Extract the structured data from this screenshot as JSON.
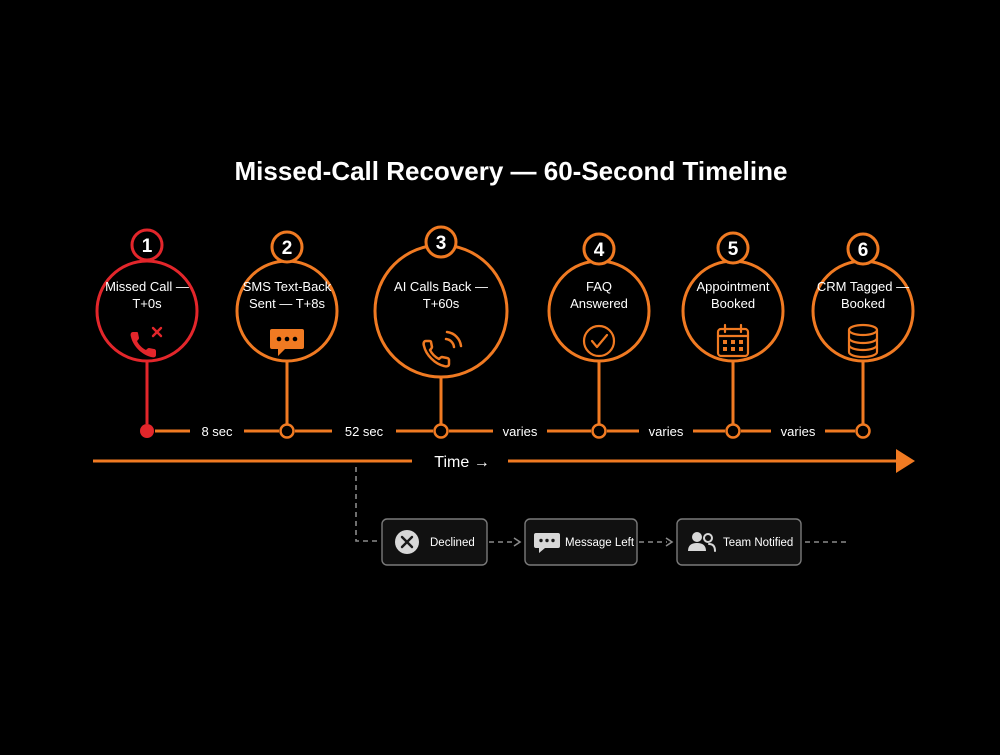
{
  "title": "Missed-Call Recovery — 60-Second Timeline",
  "colors": {
    "background": "#000000",
    "accent": "#f07a22",
    "alert": "#e3262b",
    "text": "#ffffff",
    "gray": "#8a8a8a"
  },
  "steps": [
    {
      "number": "1",
      "lines": [
        "Missed Call —",
        "T+0s"
      ],
      "icon": "missed-call-icon",
      "color": "#e3262b"
    },
    {
      "number": "2",
      "lines": [
        "SMS Text-Back",
        "Sent — T+8s"
      ],
      "icon": "chat-bubble-icon",
      "color": "#f07a22"
    },
    {
      "number": "3",
      "lines": [
        "AI Calls Back —",
        "T+60s"
      ],
      "icon": "phone-calling-icon",
      "color": "#f07a22"
    },
    {
      "number": "4",
      "lines": [
        "FAQ",
        "Answered"
      ],
      "icon": "checkmark-circle-icon",
      "color": "#f07a22"
    },
    {
      "number": "5",
      "lines": [
        "Appointment",
        "Booked"
      ],
      "icon": "calendar-icon",
      "color": "#f07a22"
    },
    {
      "number": "6",
      "lines": [
        "CRM Tagged —",
        "Booked"
      ],
      "icon": "database-icon",
      "color": "#f07a22"
    }
  ],
  "intervals": [
    "8 sec",
    "52 sec",
    "varies",
    "varies",
    "varies"
  ],
  "axis_label": "Time →",
  "branch": [
    {
      "label": "Declined",
      "icon": "x-circle-icon"
    },
    {
      "label": "Message Left",
      "icon": "message-bubble-icon"
    },
    {
      "label": "Team Notified",
      "icon": "users-icon"
    }
  ]
}
